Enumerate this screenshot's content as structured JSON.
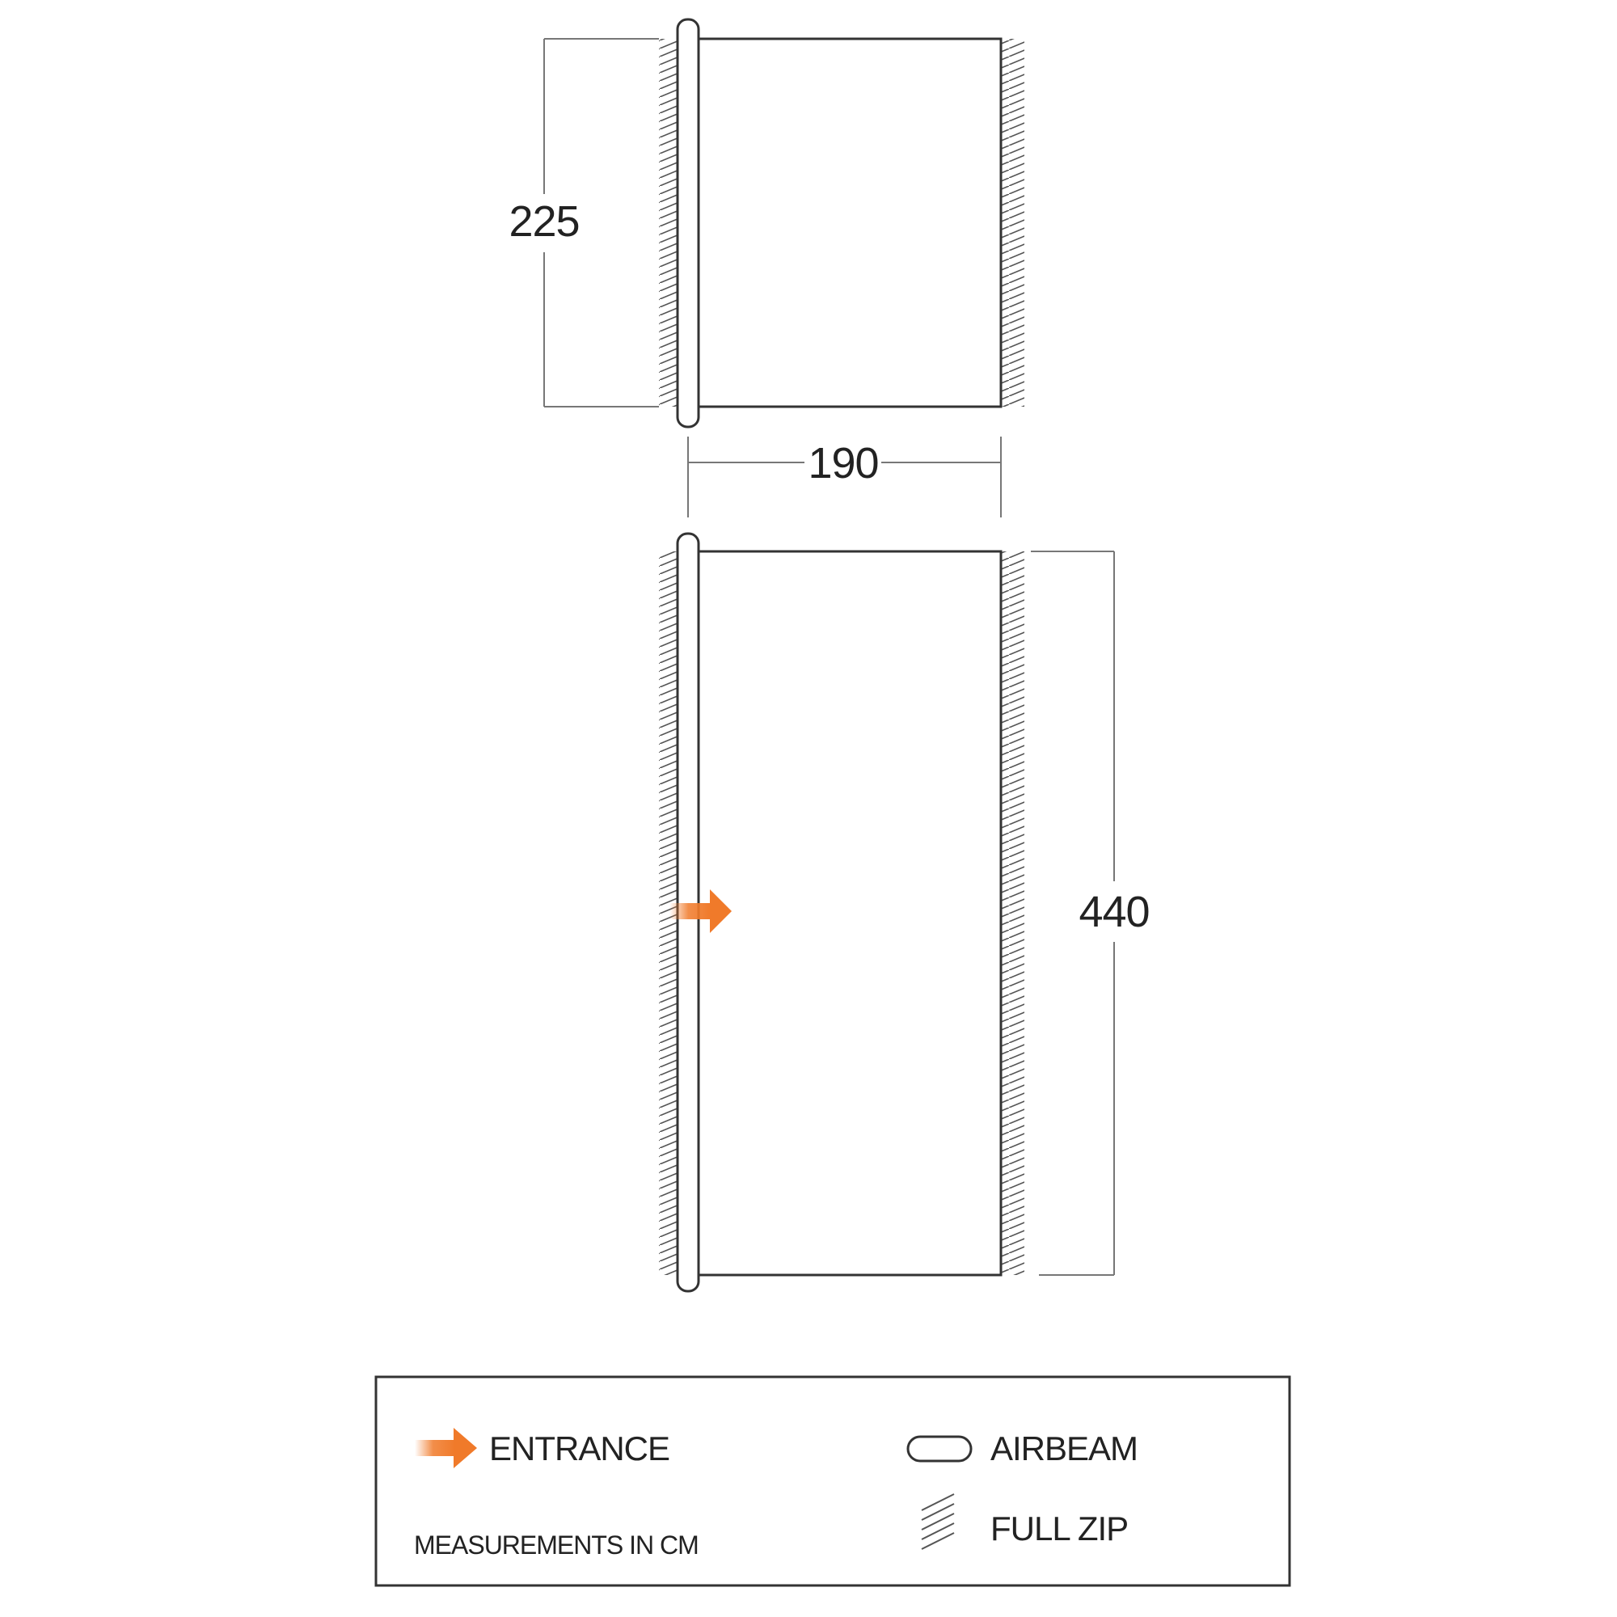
{
  "dimensions": {
    "top_room_depth": "225",
    "room_width": "190",
    "bottom_room_depth": "440"
  },
  "legend": {
    "entrance_label": "ENTRANCE",
    "airbeam_label": "AIRBEAM",
    "full_zip_label": "FULL ZIP",
    "measurements_note": "MEASUREMENTS IN CM"
  },
  "icons": {
    "entrance": "arrow-right-icon",
    "airbeam": "airbeam-icon",
    "full_zip": "full-zip-hatch-icon"
  },
  "colors": {
    "entrance_arrow": "#f07a2a",
    "line": "#333333",
    "dimension_line": "#777777"
  }
}
